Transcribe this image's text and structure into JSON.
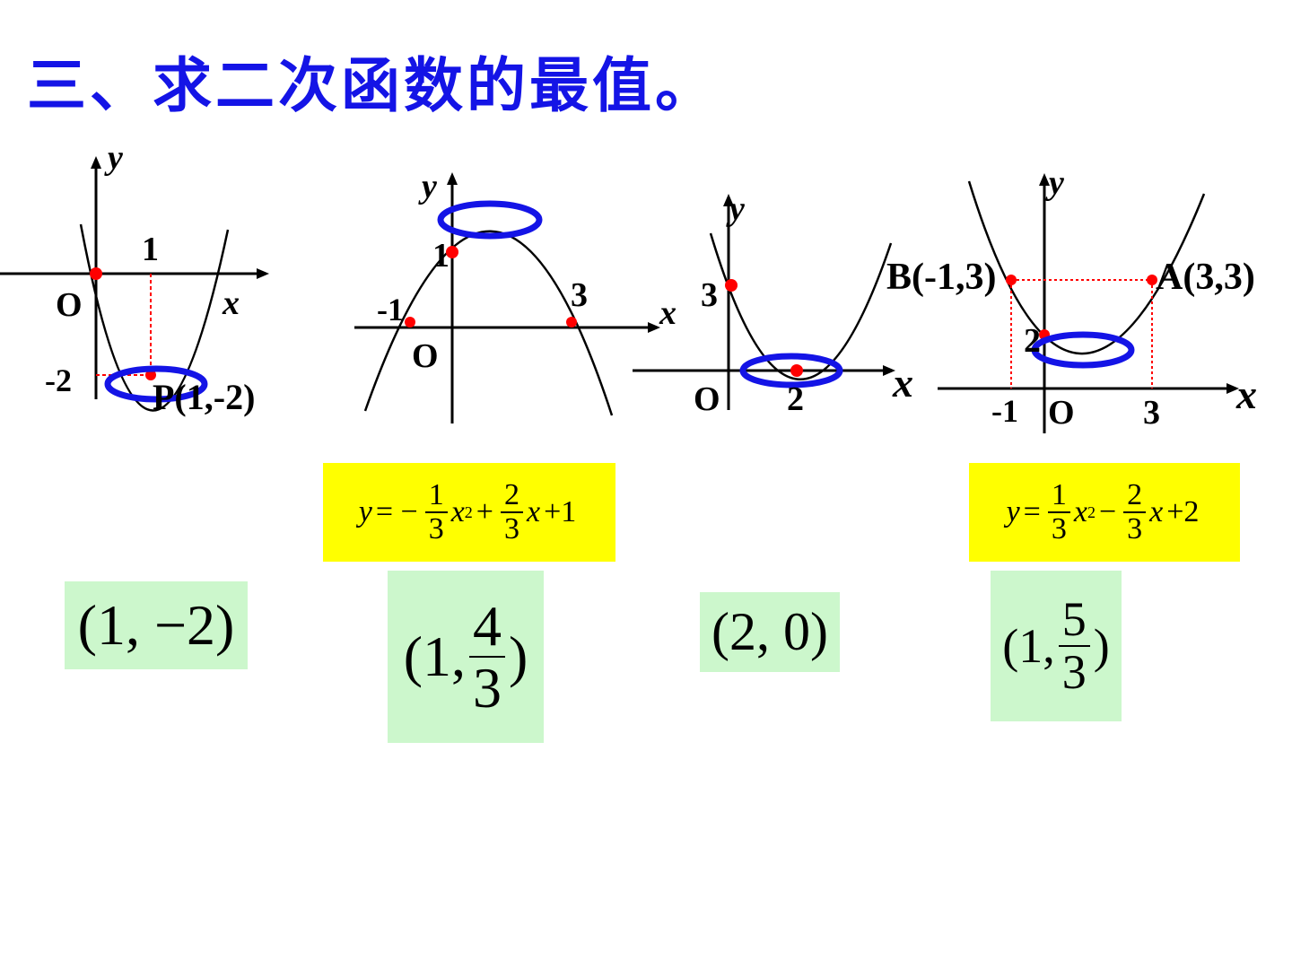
{
  "title": "三、求二次函数的最值。",
  "graphs": {
    "g1": {
      "y_label": "y",
      "x_label": "x",
      "origin": "O",
      "tick_x": "1",
      "tick_y": "-2",
      "point": "P(1,-2)"
    },
    "g2": {
      "y_label": "y",
      "x_label": "x",
      "origin": "O",
      "tick_y": "1",
      "tick_neg": "-1",
      "tick_3": "3"
    },
    "g3": {
      "y_label": "y",
      "x_label": "x",
      "origin": "O",
      "tick_y": "3",
      "tick_x": "2"
    },
    "g4": {
      "y_label": "y",
      "x_label": "x",
      "origin": "O",
      "tick_y": "2",
      "tick_neg": "-1",
      "tick_3": "3",
      "point_b": "B(-1,3)",
      "point_a": "A(3,3)"
    }
  },
  "formulas": {
    "f1": {
      "lhs": "y",
      "eq": "= −",
      "n1": "1",
      "d1": "3",
      "x1": "x",
      "sup": "2",
      "op2": "+",
      "n2": "2",
      "d2": "3",
      "x2": "x",
      "tail": "+1"
    },
    "f2": {
      "lhs": "y",
      "eq": "=",
      "n1": "1",
      "d1": "3",
      "x1": "x",
      "sup": "2",
      "op2": "−",
      "n2": "2",
      "d2": "3",
      "x2": "x",
      "tail": "+2"
    }
  },
  "answers": {
    "a1": "(1, −2)",
    "a2": {
      "pre": "(1,",
      "num": "4",
      "den": "3",
      "post": ")"
    },
    "a3": "(2, 0)",
    "a4": {
      "pre": "(1,",
      "num": "5",
      "den": "3",
      "post": ")"
    }
  },
  "colors": {
    "title": "#1414e6",
    "point": "#ff0000",
    "highlight_ring": "#1414e6",
    "formula_bg": "#ffff00",
    "answer_bg": "#ccf7cc",
    "guide": "#ff0000"
  }
}
